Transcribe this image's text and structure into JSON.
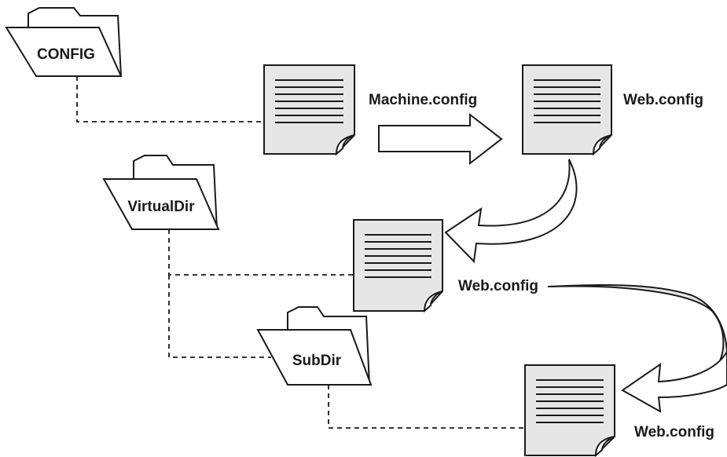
{
  "folders": {
    "config": "CONFIG",
    "virtualdir": "VirtualDir",
    "subdir": "SubDir"
  },
  "files": {
    "machine_config": "Machine.config",
    "web_config_root": "Web.config",
    "web_config_virtualdir": "Web.config",
    "web_config_subdir": "Web.config"
  },
  "colors": {
    "ink": "#1a1a1a",
    "document_fill": "#e6e6e6",
    "background": "#ffffff"
  },
  "icons": {
    "folder": "folder-icon",
    "document": "document-icon",
    "arrow": "arrow-icon"
  }
}
